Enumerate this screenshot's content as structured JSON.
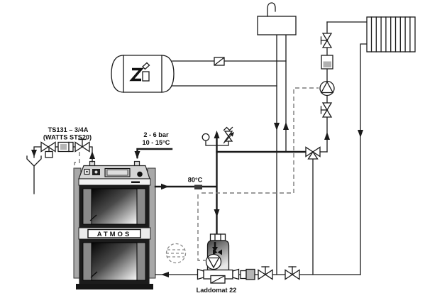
{
  "diagram_title": "ATMOS wood gasification boiler piping scheme with Laddomat 22 loading unit",
  "labels": {
    "thermal_valve_line1": "TS131 – 3/4A",
    "thermal_valve_line2": "(WATTS STS20)",
    "cold_water_line1": "2 - 6 bar",
    "cold_water_line2": "10 - 15°C",
    "supply_temp": "80°C",
    "loading_unit": "Laddomat 22",
    "boiler_brand": "ATMOS"
  },
  "colors": {
    "background": "#ffffff",
    "line": "#1a1a1a",
    "control_dashed": "#7a7a7a",
    "boiler_side_panel": "#a8a8a8",
    "boiler_top_panel": "#d4d4d4",
    "boiler_band": "#ececec",
    "window_dark": "#1c1c1c"
  },
  "components": [
    "domestic-hot-water-tank",
    "check-valve",
    "open-expansion-tank-with-vent-hook",
    "radiator",
    "shutoff-valve",
    "strainer-filter",
    "circulation-pump",
    "three-way-mixing-valve",
    "pressure-gauge",
    "safety-relief-valve",
    "open-vent",
    "thermal-safety-valve-ts131",
    "drain-funnel",
    "atmos-boiler",
    "flue-temperature-sensor-80c",
    "laddomat-22-loading-unit",
    "pipe-union",
    "optional-pump-position-dashed"
  ]
}
